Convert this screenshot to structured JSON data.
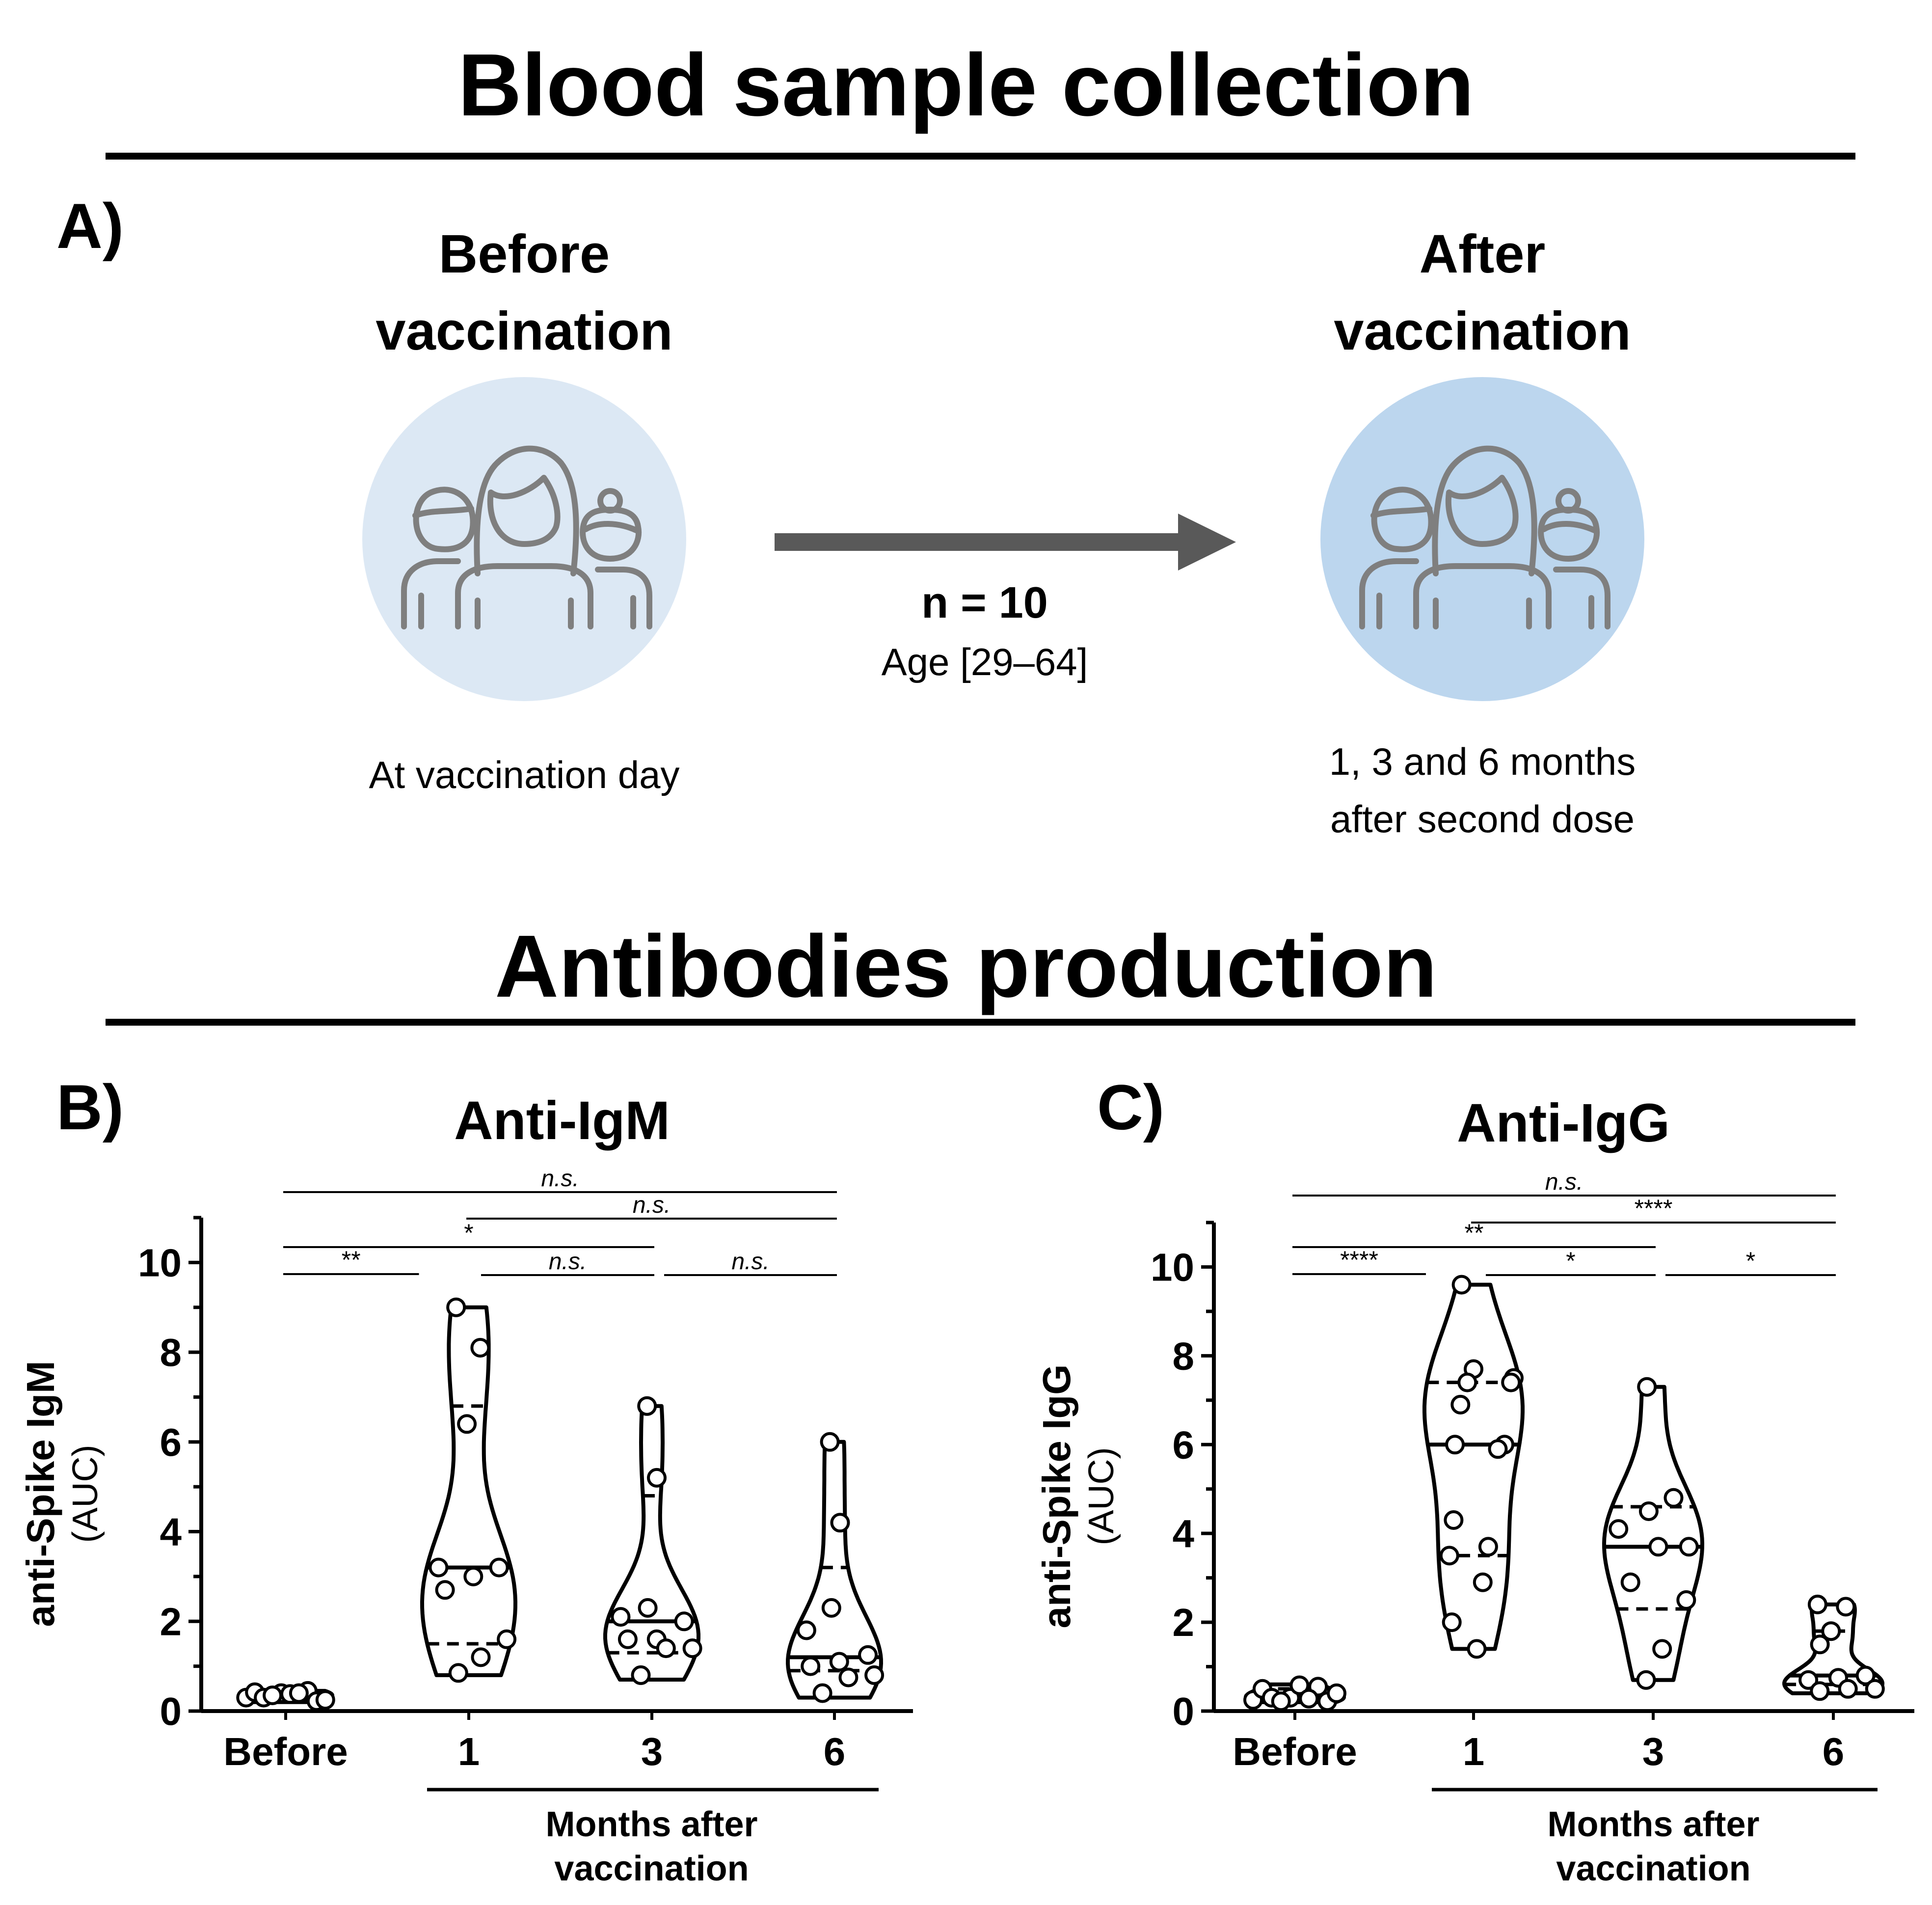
{
  "section_a": {
    "title": "Blood sample collection",
    "panel_label": "A)",
    "before": {
      "heading_line1": "Before",
      "heading_line2": "vaccination",
      "caption": "At vaccination day",
      "circle_color": "#dce8f4",
      "icon": "family-group-icon"
    },
    "after": {
      "heading_line1": "After",
      "heading_line2": "vaccination",
      "caption_line1": "1, 3 and 6 months",
      "caption_line2": "after second dose",
      "circle_color": "#bcd6ee",
      "icon": "family-group-icon"
    },
    "arrow": {
      "n_label": "n = 10",
      "age_label": "Age [29–64]",
      "color": "#595959",
      "icon": "right-arrow-icon"
    },
    "icon_color": "#7f7f7f"
  },
  "section_b": {
    "title": "Antibodies production"
  },
  "chart_data": [
    {
      "type": "violin",
      "panel_label": "B)",
      "title": "Anti-IgM",
      "ylabel": "anti-Spike IgM",
      "yunit": "(AUC)",
      "ylim": [
        0,
        11
      ],
      "yticks": [
        0,
        2,
        4,
        6,
        8,
        10
      ],
      "categories": [
        "Before",
        "1",
        "3",
        "6"
      ],
      "group_label_line1": "Months after",
      "group_label_line2": "vaccination",
      "groups": [
        {
          "name": "Before",
          "min": 0.2,
          "max": 0.45,
          "median": 0.35,
          "q1": 0.28,
          "q3": 0.42,
          "points": [
            0.3,
            0.45,
            0.4,
            0.42,
            0.22,
            0.38,
            0.3,
            0.25,
            0.4,
            0.35
          ]
        },
        {
          "name": "1",
          "min": 0.8,
          "max": 9.0,
          "median": 3.2,
          "q1": 1.5,
          "q3": 6.8,
          "points": [
            9.0,
            8.1,
            6.4,
            3.2,
            3.2,
            3.0,
            2.7,
            1.6,
            1.2,
            0.85
          ]
        },
        {
          "name": "3",
          "min": 0.7,
          "max": 6.8,
          "median": 2.0,
          "q1": 1.3,
          "q3": 4.8,
          "points": [
            6.8,
            5.2,
            2.3,
            2.1,
            2.0,
            1.6,
            1.6,
            1.4,
            1.4,
            0.8
          ]
        },
        {
          "name": "6",
          "min": 0.3,
          "max": 6.0,
          "median": 1.2,
          "q1": 0.9,
          "q3": 3.2,
          "points": [
            6.0,
            4.2,
            2.3,
            1.8,
            1.25,
            1.1,
            1.0,
            0.8,
            0.75,
            0.4
          ]
        }
      ],
      "comparisons": [
        {
          "from": 0,
          "to": 3,
          "label": "n.s.",
          "italic": true
        },
        {
          "from": 1,
          "to": 3,
          "label": "n.s.",
          "italic": true
        },
        {
          "from": 0,
          "to": 2,
          "label": "*",
          "italic": false
        },
        {
          "from": 0,
          "to": 1,
          "label": "**",
          "italic": false
        },
        {
          "from": 1,
          "to": 2,
          "label": "n.s.",
          "italic": true
        },
        {
          "from": 2,
          "to": 3,
          "label": "n.s.",
          "italic": true
        }
      ]
    },
    {
      "type": "violin",
      "panel_label": "C)",
      "title": "Anti-IgG",
      "ylabel": "anti-Spike IgG",
      "yunit": "(AUC)",
      "ylim": [
        0,
        11
      ],
      "yticks": [
        0,
        2,
        4,
        6,
        8,
        10
      ],
      "categories": [
        "Before",
        "1",
        "3",
        "6"
      ],
      "group_label_line1": "Months after",
      "group_label_line2": "vaccination",
      "groups": [
        {
          "name": "Before",
          "min": 0.2,
          "max": 0.6,
          "median": 0.35,
          "q1": 0.25,
          "q3": 0.5,
          "points": [
            0.25,
            0.55,
            0.3,
            0.5,
            0.22,
            0.58,
            0.3,
            0.4,
            0.28,
            0.22
          ]
        },
        {
          "name": "1",
          "min": 1.4,
          "max": 9.6,
          "median": 6.0,
          "q1": 3.5,
          "q3": 7.4,
          "points": [
            9.6,
            7.7,
            7.5,
            7.4,
            7.4,
            6.9,
            6.0,
            6.0,
            5.9,
            4.3,
            3.7,
            3.5,
            2.9,
            2.0,
            1.4
          ]
        },
        {
          "name": "3",
          "min": 0.7,
          "max": 7.3,
          "median": 3.7,
          "q1": 2.3,
          "q3": 4.6,
          "points": [
            7.3,
            4.8,
            4.5,
            4.1,
            3.7,
            3.7,
            2.9,
            2.5,
            1.4,
            0.7
          ]
        },
        {
          "name": "6",
          "min": 0.4,
          "max": 2.4,
          "median": 0.8,
          "q1": 0.6,
          "q3": 1.8,
          "points": [
            2.4,
            2.35,
            1.8,
            1.5,
            0.8,
            0.75,
            0.7,
            0.5,
            0.5,
            0.45
          ]
        }
      ],
      "comparisons": [
        {
          "from": 0,
          "to": 3,
          "label": "n.s.",
          "italic": true
        },
        {
          "from": 1,
          "to": 3,
          "label": "****",
          "italic": false
        },
        {
          "from": 0,
          "to": 2,
          "label": "**",
          "italic": false
        },
        {
          "from": 0,
          "to": 1,
          "label": "****",
          "italic": false
        },
        {
          "from": 1,
          "to": 2,
          "label": "*",
          "italic": false
        },
        {
          "from": 2,
          "to": 3,
          "label": "*",
          "italic": false
        }
      ]
    }
  ]
}
